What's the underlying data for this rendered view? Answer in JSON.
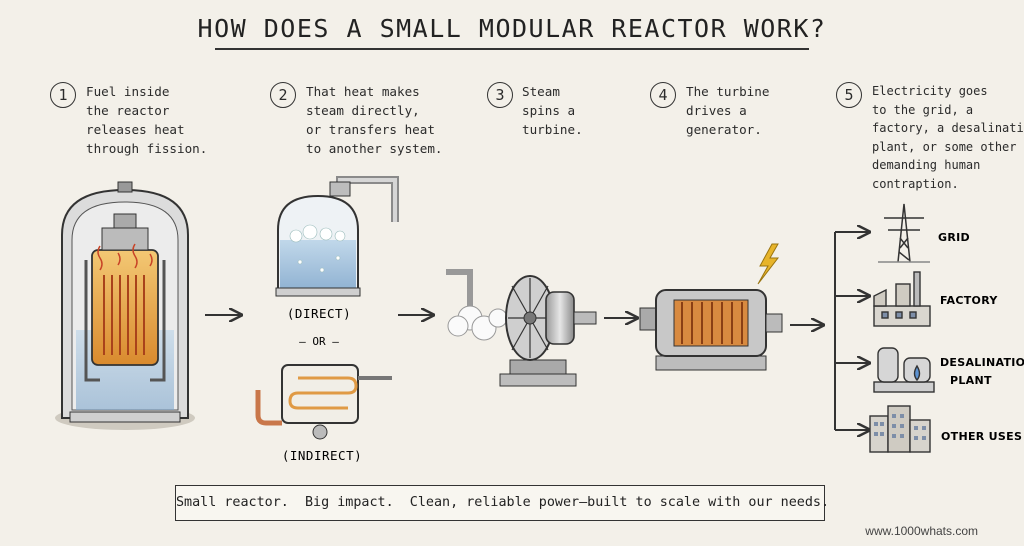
{
  "title": "HOW DOES A SMALL MODULAR REACTOR WORK?",
  "steps": [
    {
      "number": "1",
      "lines": [
        "Fuel inside",
        "the reactor",
        "releases heat",
        "through fission."
      ]
    },
    {
      "number": "2",
      "lines": [
        "That heat makes",
        "steam directly,",
        "or transfers heat",
        "to another system."
      ]
    },
    {
      "number": "3",
      "lines": [
        "Steam",
        "spins a",
        "turbine."
      ]
    },
    {
      "number": "4",
      "lines": [
        "The turbine",
        "drives a",
        "generator."
      ]
    },
    {
      "number": "5",
      "lines": [
        "Electricity goes",
        "to the grid, a",
        "factory, a desalination",
        "plant, or some other",
        "demanding human",
        "contraption."
      ]
    }
  ],
  "heat_paths": {
    "direct": "(DIRECT)",
    "or": "— OR —",
    "indirect": "(INDIRECT)"
  },
  "outputs": {
    "grid": "GRID",
    "factory": "FACTORY",
    "desalination_1": "DESALINATION",
    "desalination_2": "PLANT",
    "other": "OTHER USES"
  },
  "tagline": "Small reactor.  Big impact.  Clean, reliable power—built to scale with our needs.",
  "website": "www.1000whats.com",
  "icons": [
    "reactor-icon",
    "steam-vessel-icon",
    "heat-exchanger-icon",
    "turbine-icon",
    "generator-icon",
    "lightning-icon",
    "power-tower-icon",
    "factory-icon",
    "desalination-icon",
    "buildings-icon",
    "arrow-icon"
  ],
  "colors": {
    "ink": "#2b2b2b",
    "accent_blue": "#2e5ea8",
    "core_orange": "#e89a3c",
    "water_blue": "#9fc0dc",
    "lightning": "#e7b42b"
  }
}
